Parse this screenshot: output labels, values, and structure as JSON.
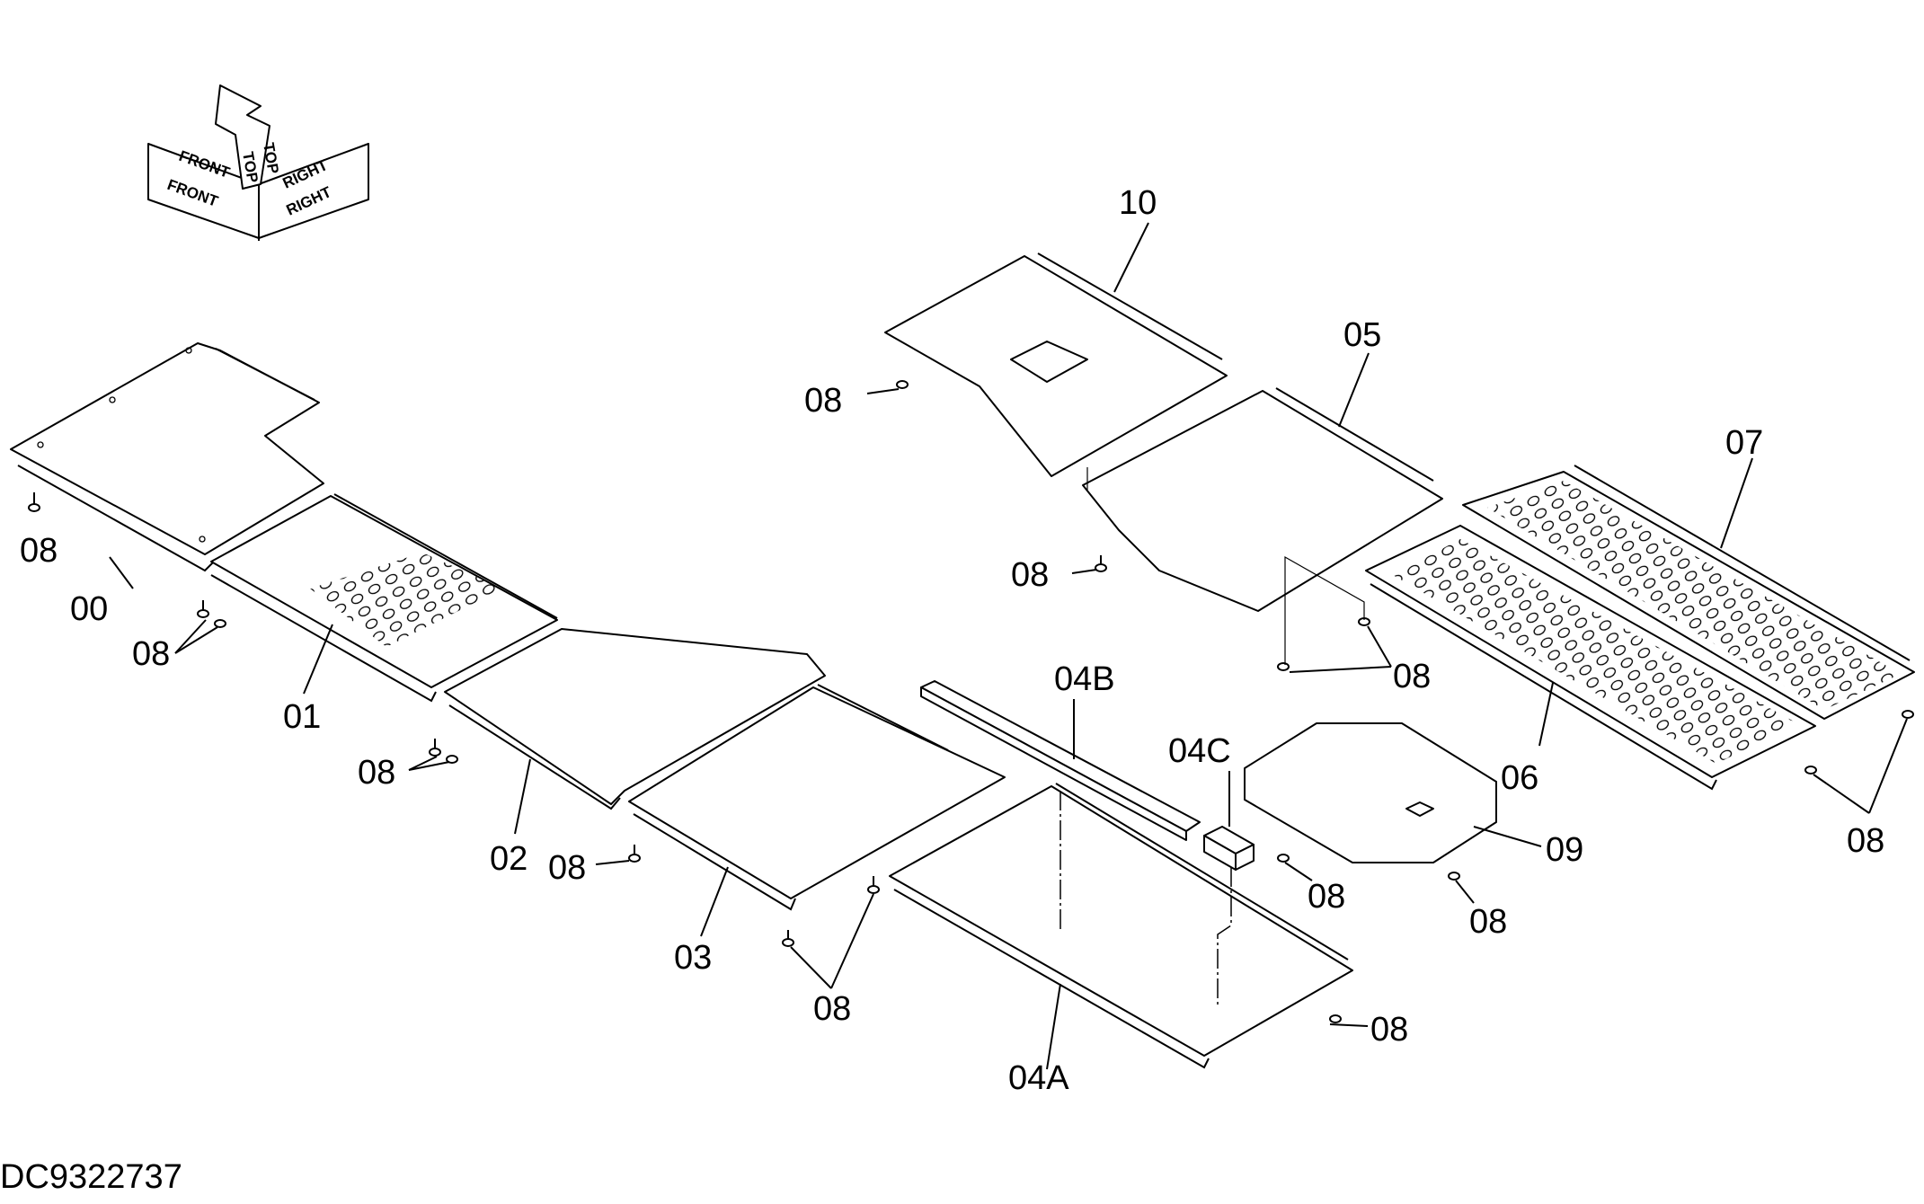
{
  "drawing_code": "DC9322737",
  "orientation": {
    "front": "FRONT",
    "top": "TOP",
    "right": "RIGHT"
  },
  "parts": {
    "p00": "00",
    "p01": "01",
    "p02": "02",
    "p03": "03",
    "p04A": "04A",
    "p04B": "04B",
    "p04C": "04C",
    "p05": "05",
    "p06": "06",
    "p07": "07",
    "p08": "08",
    "p09": "09",
    "p10": "10"
  }
}
